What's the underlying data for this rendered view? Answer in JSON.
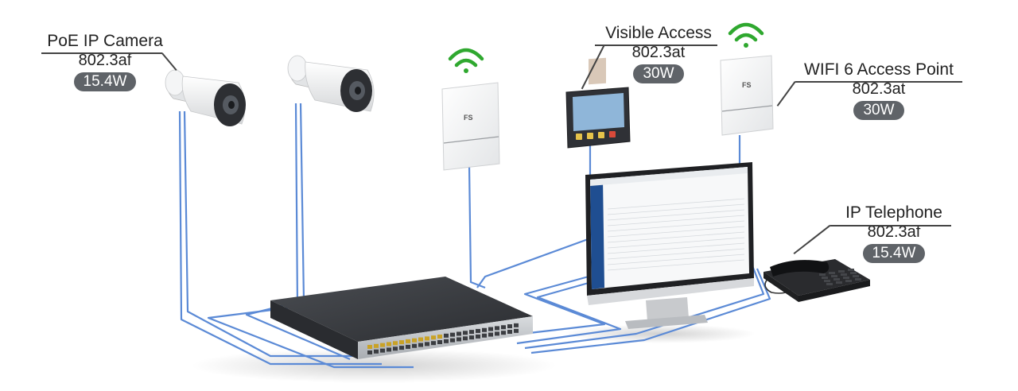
{
  "devices": {
    "camera": {
      "name": "PoE IP Camera",
      "standard": "802.3af",
      "power": "15.4W"
    },
    "visible_access": {
      "name": "Visible Access",
      "standard": "802.3at",
      "power": "30W"
    },
    "wifi_ap": {
      "name": "WIFI 6 Access Point",
      "standard": "802.3at",
      "power": "30W"
    },
    "telephone": {
      "name": "IP Telephone",
      "standard": "802.3af",
      "power": "15.4W"
    }
  },
  "brand": {
    "logo_text": "FS"
  },
  "colors": {
    "cable": "#5b8ad6",
    "wifi": "#2fa82f",
    "badge": "#5f6368",
    "switch_body": "#3a3d42",
    "switch_front": "#c9ccd0"
  }
}
